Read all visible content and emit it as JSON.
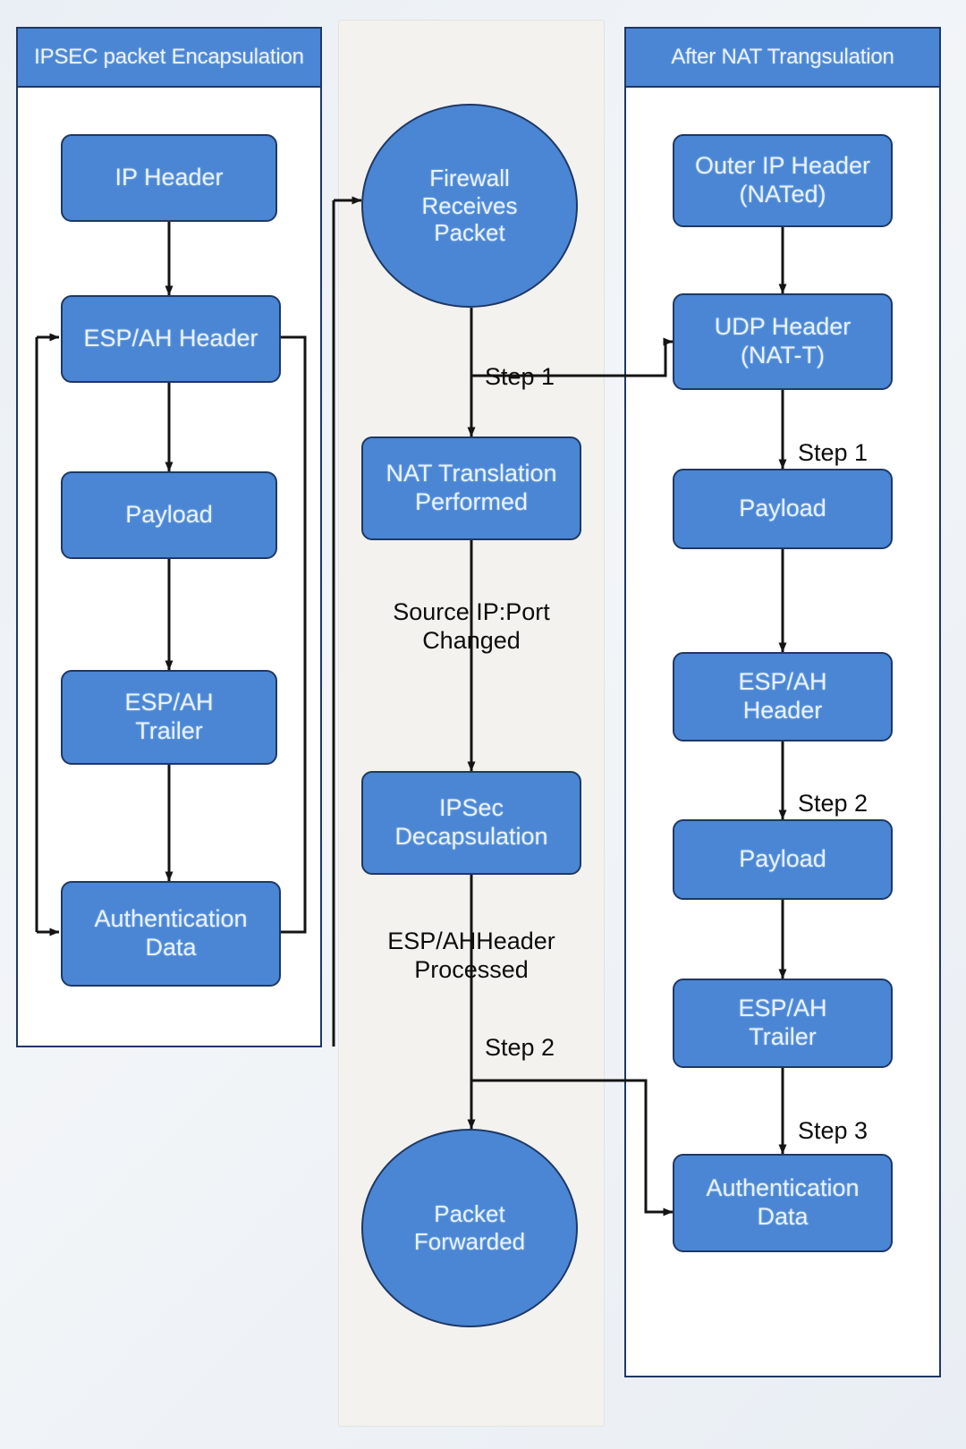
{
  "colors": {
    "node_fill": "#4a86d4",
    "node_border": "#1f3864",
    "node_text": "#e8f2ff",
    "panel_body": "#ffffff",
    "mid_panel": "#f3f2ee",
    "page_bg": "#eef2f6",
    "edge": "#1a1a1a"
  },
  "panels": {
    "left": {
      "title": "IPSEC packet Encapsulation"
    },
    "right": {
      "title": "After NAT Trangsulation"
    }
  },
  "left_column": {
    "nodes": [
      {
        "label": "IP Header"
      },
      {
        "label": "ESP/AH Header"
      },
      {
        "label": "Payload"
      },
      {
        "label": "ESP/AH\nTrailer"
      },
      {
        "label": "Authentication\nData"
      }
    ]
  },
  "middle_column": {
    "nodes": [
      {
        "label": "Firewall\nReceives\nPacket",
        "shape": "circle"
      },
      {
        "label": "NAT Translation\nPerformed",
        "shape": "rect"
      },
      {
        "label": "IPSec\nDecapsulation",
        "shape": "rect"
      },
      {
        "label": "Packet\nForwarded",
        "shape": "circle"
      }
    ],
    "edge_labels": [
      {
        "label": "Source IP:Port\nChanged"
      },
      {
        "label": "ESP/AHHeader\nProcessed"
      }
    ]
  },
  "right_column": {
    "nodes": [
      {
        "label": "Outer IP Header\n(NATed)"
      },
      {
        "label": "UDP Header\n(NAT-T)"
      },
      {
        "label": "Payload"
      },
      {
        "label": "ESP/AH\nHeader"
      },
      {
        "label": "Payload"
      },
      {
        "label": "ESP/AH\nTrailer"
      },
      {
        "label": "Authentication\nData"
      }
    ],
    "step_labels": [
      {
        "label": "Step 1"
      },
      {
        "label": "Step 2"
      },
      {
        "label": "Step 3"
      }
    ]
  },
  "cross_links": [
    {
      "label": "Step 1"
    },
    {
      "label": "Step 2"
    }
  ]
}
